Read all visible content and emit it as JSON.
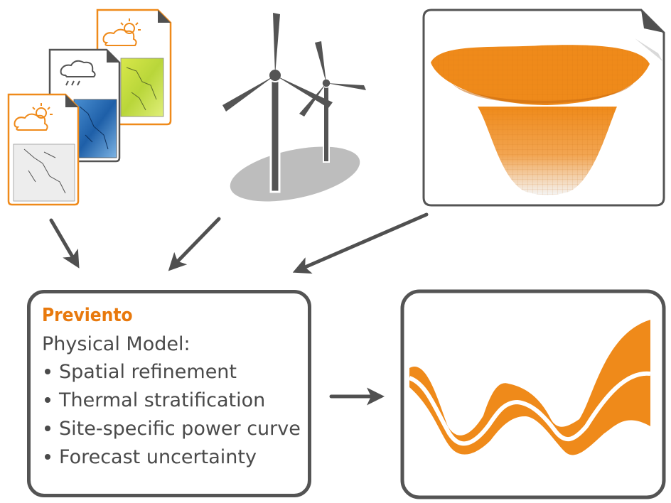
{
  "model": {
    "brand": "Previento",
    "subtitle": "Physical Model:",
    "bullets": [
      "Spatial refinement",
      "Thermal stratification",
      "Site-specific power curve",
      "Forecast uncertainty"
    ]
  },
  "icons": {
    "forecast_docs": [
      "partly-cloudy-icon",
      "rain-cloud-icon",
      "partly-cloudy-icon"
    ],
    "turbines": "wind-turbine-icon",
    "surface": "3d-surface-plot",
    "output": "forecast-band-chart"
  },
  "colors": {
    "accent": "#ef8a1a",
    "dark": "#545454",
    "arrow": "#505050"
  }
}
